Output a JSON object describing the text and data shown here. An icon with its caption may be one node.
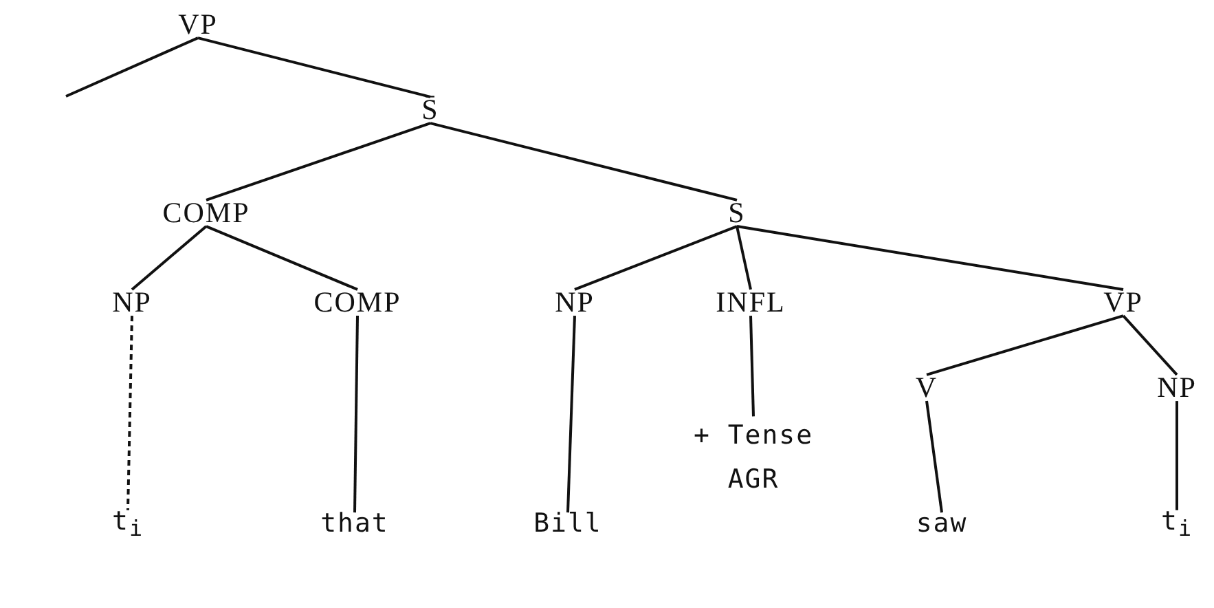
{
  "diagram": {
    "nodes": [
      {
        "text": [
          "VP"
        ]
      },
      {
        "text": [
          "S̄"
        ]
      },
      {
        "text": [
          "COMP"
        ]
      },
      {
        "text": [
          "S"
        ]
      },
      {
        "text": [
          "NP"
        ]
      },
      {
        "text": [
          "COMP"
        ]
      },
      {
        "text": [
          "NP"
        ]
      },
      {
        "text": [
          "INFL"
        ]
      },
      {
        "text": [
          "VP"
        ]
      },
      {
        "text": [
          "V"
        ]
      },
      {
        "text": [
          "NP"
        ]
      },
      {
        "text": [
          "t$_{i}$"
        ]
      },
      {
        "text": [
          "that"
        ]
      },
      {
        "text": [
          "Bill"
        ]
      },
      {
        "text": [
          "+ Tense AGR"
        ]
      },
      {
        "text": [
          "saw"
        ]
      },
      {
        "text": [
          "t$_{i}$"
        ]
      }
    ],
    "edges": [
      {
        "from": 0,
        "to": null,
        "arrow": "none"
      },
      {
        "from": 0,
        "to": 1,
        "arrow": "none"
      },
      {
        "from": 1,
        "to": 2,
        "arrow": "none"
      },
      {
        "from": 1,
        "to": 3,
        "arrow": "none"
      },
      {
        "from": 2,
        "to": 4,
        "arrow": "none"
      },
      {
        "from": 2,
        "to": 5,
        "arrow": "none"
      },
      {
        "from": 3,
        "to": 6,
        "arrow": "none"
      },
      {
        "from": 3,
        "to": 7,
        "arrow": "none"
      },
      {
        "from": 3,
        "to": 8,
        "arrow": "none"
      },
      {
        "from": 4,
        "to": 11,
        "arrow": "none",
        "style": "dashed"
      },
      {
        "from": 5,
        "to": 12,
        "arrow": "none"
      },
      {
        "from": 6,
        "to": 13,
        "arrow": "none"
      },
      {
        "from": 7,
        "to": 14,
        "arrow": "none"
      },
      {
        "from": 8,
        "to": 9,
        "arrow": "none"
      },
      {
        "from": 8,
        "to": 10,
        "arrow": "none"
      },
      {
        "from": 9,
        "to": 15,
        "arrow": "none"
      },
      {
        "from": 10,
        "to": 16,
        "arrow": "none"
      }
    ]
  }
}
